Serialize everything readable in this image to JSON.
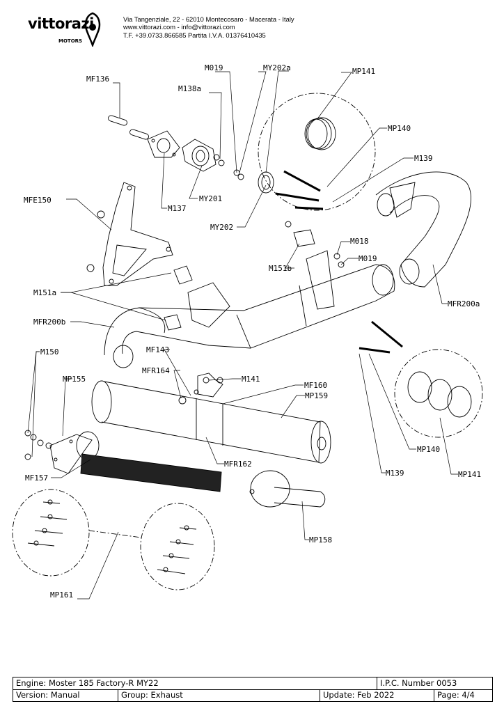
{
  "brand": {
    "name": "vittorazi",
    "sub": "MOTORS"
  },
  "contact": {
    "line1": "Via Tangenziale, 22 - 62010 Montecosaro - Macerata - Italy",
    "line2": "www.vittorazi.com - info@vittorazi.com",
    "line3": "T.F. +39.0733.866585 Partita I.V.A. 01376410435"
  },
  "labels": {
    "MF136": "MF136",
    "M019_top": "M019",
    "MY202a": "MY202a",
    "MP141_top": "MP141",
    "M138a": "M138a",
    "MP140_top": "MP140",
    "M139_top": "M139",
    "MFE150": "MFE150",
    "MY201": "MY201",
    "M137": "M137",
    "MY202": "MY202",
    "M018": "M018",
    "M151b": "M151b",
    "M019_mid": "M019",
    "M151a": "M151a",
    "MFR200a": "MFR200a",
    "MFR200b": "MFR200b",
    "M150": "M150",
    "MF143": "MF143",
    "MFR164": "MFR164",
    "M141": "M141",
    "MF160": "MF160",
    "MP155": "MP155",
    "MP159": "MP159",
    "MP140_bot": "MP140",
    "MFR162": "MFR162",
    "MF157": "MF157",
    "M139_bot": "M139",
    "MP141_bot": "MP141",
    "MP158": "MP158",
    "MP161": "MP161"
  },
  "footer": {
    "engine": "Engine: Moster 185 Factory-R MY22",
    "ipc": "I.P.C. Number 0053",
    "version": "Version: Manual",
    "group": "Group: Exhaust",
    "update": "Update: Feb 2022",
    "page": "Page: 4/4"
  }
}
